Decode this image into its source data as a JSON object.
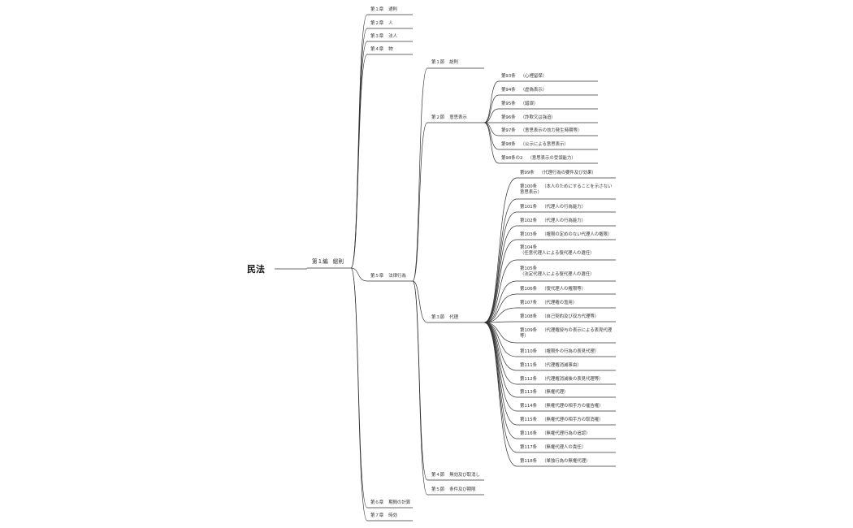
{
  "root": "民法",
  "hen": {
    "num": "第１編",
    "name": "総則"
  },
  "chapters": [
    {
      "num": "第１章",
      "name": "通則"
    },
    {
      "num": "第２章",
      "name": "人"
    },
    {
      "num": "第３章",
      "name": "法人"
    },
    {
      "num": "第４章",
      "name": "物"
    },
    {
      "num": "第５章",
      "name": "法律行為"
    },
    {
      "num": "第６章",
      "name": "期間の計算"
    },
    {
      "num": "第７章",
      "name": "時効"
    }
  ],
  "sections": [
    {
      "num": "第１節",
      "name": "総則"
    },
    {
      "num": "第２節",
      "name": "意思表示"
    },
    {
      "num": "第３節",
      "name": "代理"
    },
    {
      "num": "第４節",
      "name": "無効及び取消し"
    },
    {
      "num": "第５節",
      "name": "条件及び期限"
    }
  ],
  "articles_s2": [
    {
      "num": "第93条",
      "name": "（心裡留保）"
    },
    {
      "num": "第94条",
      "name": "（虚偽表示）"
    },
    {
      "num": "第95条",
      "name": "（錯誤）"
    },
    {
      "num": "第96条",
      "name": "（詐欺又は強迫）"
    },
    {
      "num": "第97条",
      "name": "（意思表示の効力発生時期等）"
    },
    {
      "num": "第98条",
      "name": "（公示による意思表示）"
    },
    {
      "num": "第98条の2",
      "name": "（意思表示の受領能力）"
    }
  ],
  "articles_s3": [
    {
      "num": "第99条",
      "name": "（代理行為の要件及び効果）"
    },
    {
      "num": "第100条",
      "name": "（本人のためにすることを示さない意思表示）"
    },
    {
      "num": "第101条",
      "name": "（代理人の行為能力）"
    },
    {
      "num": "第102条",
      "name": "（代理人の行為能力）"
    },
    {
      "num": "第103条",
      "name": "（権限の定めのない代理人の権限）"
    },
    {
      "num": "第104条",
      "name": "（任意代理人による復代理人の選任）"
    },
    {
      "num": "第105条",
      "name": "（法定代理人による復代理人の選任）"
    },
    {
      "num": "第106条",
      "name": "（復代理人の権限等）"
    },
    {
      "num": "第107条",
      "name": "（代理権の濫用）"
    },
    {
      "num": "第108条",
      "name": "（自己契約及び双方代理等）"
    },
    {
      "num": "第109条",
      "name": "（代理権授与の表示による表見代理等）"
    },
    {
      "num": "第110条",
      "name": "（権限外の行為の表見代理）"
    },
    {
      "num": "第111条",
      "name": "（代理権消滅事由）"
    },
    {
      "num": "第112条",
      "name": "（代理権消滅後の表見代理等）"
    },
    {
      "num": "第113条",
      "name": "（無権代理）"
    },
    {
      "num": "第114条",
      "name": "（無権代理の相手方の催告権）"
    },
    {
      "num": "第115条",
      "name": "（無権代理の相手方の取消権）"
    },
    {
      "num": "第116条",
      "name": "（無権代理行為の追認）"
    },
    {
      "num": "第117条",
      "name": "（無権代理人の責任）"
    },
    {
      "num": "第118条",
      "name": "（単独行為の無権代理）"
    }
  ],
  "style": {
    "line_color": "#333333",
    "background": "#ffffff"
  }
}
